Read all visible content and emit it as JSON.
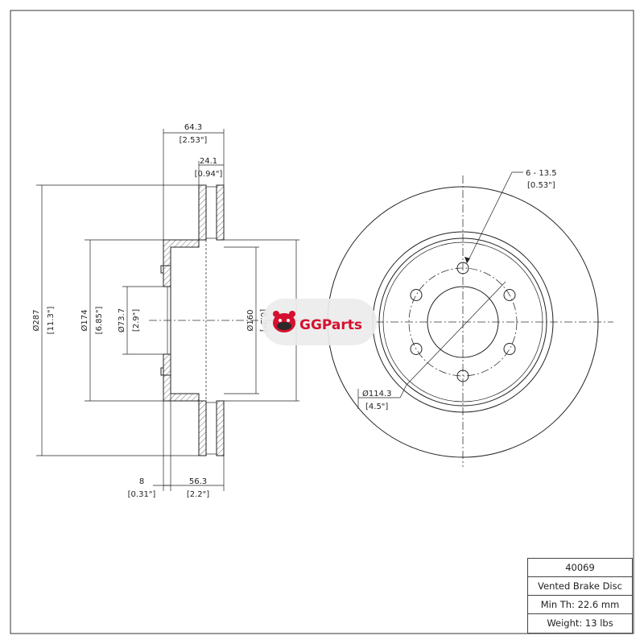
{
  "logo": {
    "text": "GGParts",
    "colors": {
      "primary": "#d4112f",
      "dark": "#2a2a2a"
    }
  },
  "dimensions": {
    "overall_thickness": {
      "mm": "64.3",
      "in": "[2.53\"]"
    },
    "rotor_thickness": {
      "mm": "24.1",
      "in": "[0.94\"]"
    },
    "outer_diameter": {
      "mm": "Ø287",
      "in": "[11.3\"]"
    },
    "hat_diameter": {
      "mm": "Ø174",
      "in": "[6.85\"]"
    },
    "center_bore": {
      "mm": "Ø73.7",
      "in": "[2.9\"]"
    },
    "inner_diameter": {
      "mm": "Ø160",
      "in": "[6.3\"]"
    },
    "hub_thickness": {
      "mm": "8",
      "in": "[0.31\"]"
    },
    "hat_height": {
      "mm": "56.3",
      "in": "[2.2\"]"
    },
    "bolt_holes": {
      "mm": "6 - 13.5",
      "in": "[0.53\"]"
    },
    "bolt_circle": {
      "mm": "Ø114.3",
      "in": "[4.5\"]"
    }
  },
  "spec_table": {
    "part_number": "40069",
    "description": "Vented Brake Disc",
    "min_thickness": "Min Th: 22.6 mm",
    "weight": "Weight: 13 lbs"
  }
}
